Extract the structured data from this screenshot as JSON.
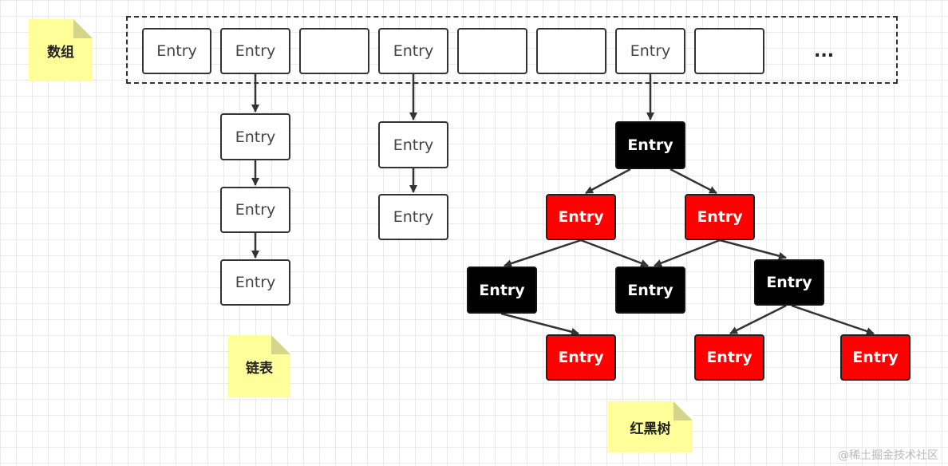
{
  "notes": {
    "array": "数组",
    "linked_list": "链表",
    "red_black_tree": "红黑树"
  },
  "array": {
    "slots": [
      "Entry",
      "Entry",
      "",
      "Entry",
      "",
      "",
      "Entry",
      ""
    ],
    "ellipsis": "..."
  },
  "linked_list_1": [
    "Entry",
    "Entry",
    "Entry"
  ],
  "linked_list_2": [
    "Entry",
    "Entry"
  ],
  "red_black_tree": {
    "root": "Entry",
    "level1": [
      "Entry",
      "Entry"
    ],
    "level2": [
      "Entry",
      "Entry",
      "Entry"
    ],
    "level3": [
      "Entry",
      "Entry",
      "Entry"
    ]
  },
  "watermark": "@稀土掘金技术社区",
  "colors": {
    "black_node": "#000000",
    "red_node": "#ff0000",
    "note": "#ffff99"
  }
}
